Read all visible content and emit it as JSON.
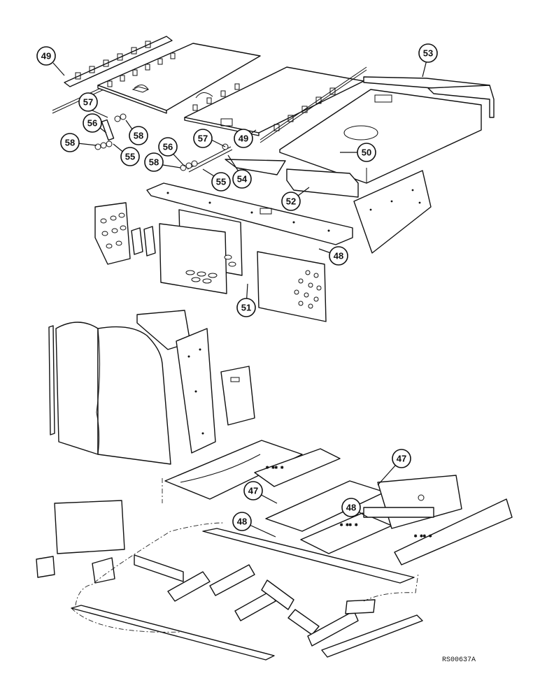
{
  "callouts": [
    "49",
    "53",
    "57",
    "58",
    "56",
    "58",
    "55",
    "49",
    "50",
    "57",
    "56",
    "58",
    "55",
    "54",
    "52",
    "48",
    "51",
    "47",
    "47",
    "48",
    "48"
  ],
  "figure_ref": "RS00637A"
}
